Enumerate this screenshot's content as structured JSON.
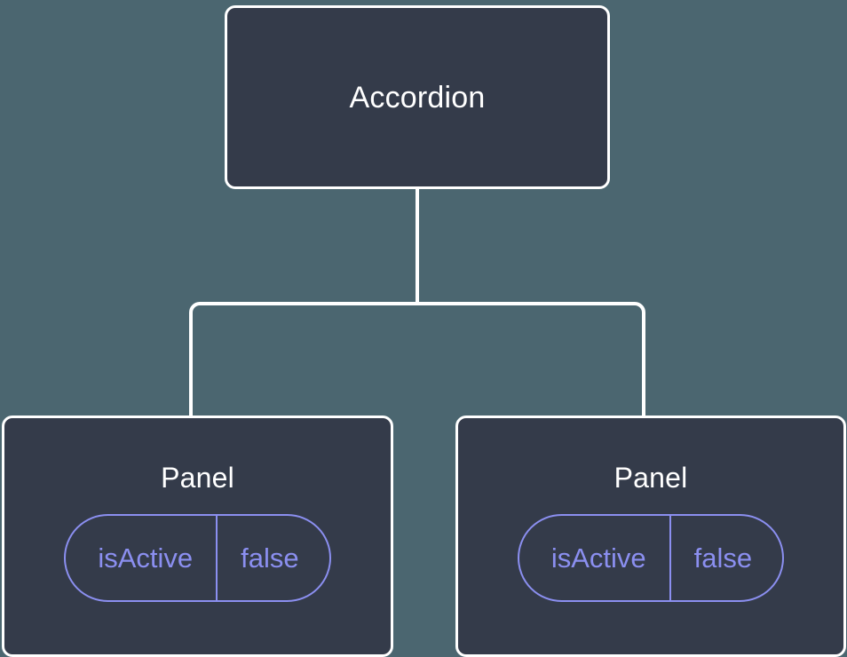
{
  "diagram": {
    "type": "component-tree",
    "background_color": "#4b6670",
    "node_fill_color": "#343b4a",
    "node_border_color": "#ffffff",
    "edge_color": "#ffffff",
    "pill_color": "#8b8ff0",
    "title_color": "#ffffff",
    "root": {
      "label": "Accordion"
    },
    "children": [
      {
        "label": "Panel",
        "state": {
          "key": "isActive",
          "value": "false"
        }
      },
      {
        "label": "Panel",
        "state": {
          "key": "isActive",
          "value": "false"
        }
      }
    ]
  }
}
